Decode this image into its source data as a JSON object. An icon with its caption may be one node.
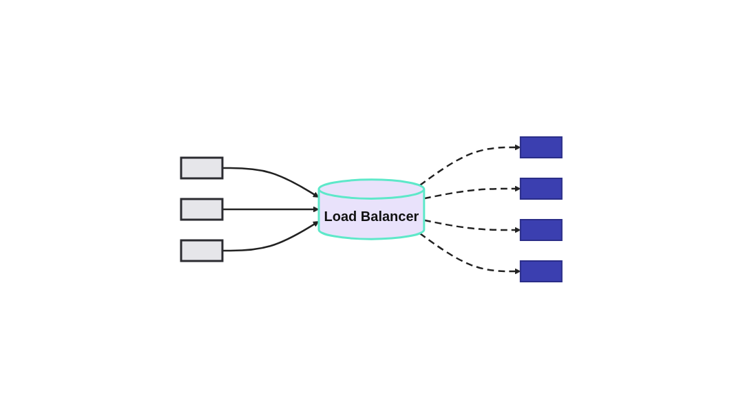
{
  "diagram": {
    "nodes": [
      {
        "text": [],
        "shape": "box"
      },
      {
        "text": [],
        "shape": "box"
      },
      {
        "text": [],
        "shape": "box"
      },
      {
        "text": [
          "Load Balancer"
        ]
      },
      {
        "text": [],
        "shape": "box"
      },
      {
        "text": [],
        "shape": "box"
      },
      {
        "text": [],
        "shape": "box"
      },
      {
        "text": [],
        "shape": "box"
      }
    ],
    "edges": [
      {
        "from": 0,
        "to": 3,
        "arrow": "to"
      },
      {
        "from": 1,
        "to": 3,
        "arrow": "to"
      },
      {
        "from": 2,
        "to": 3,
        "arrow": "to"
      },
      {
        "from": 3,
        "to": 4,
        "arrow": "to",
        "style": "dashed"
      },
      {
        "from": 3,
        "to": 5,
        "arrow": "to",
        "style": "dashed"
      },
      {
        "from": 3,
        "to": 6,
        "arrow": "to",
        "style": "dashed"
      },
      {
        "from": 3,
        "to": 7,
        "arrow": "to",
        "style": "dashed"
      }
    ]
  }
}
